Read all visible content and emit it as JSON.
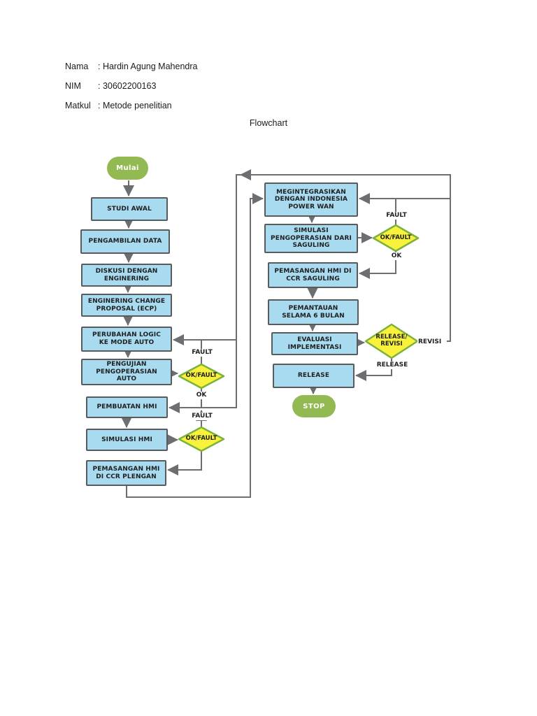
{
  "header": {
    "rows": [
      {
        "label": "Nama",
        "value": ": Hardin Agung Mahendra"
      },
      {
        "label": "NIM",
        "value": ": 30602200163"
      },
      {
        "label": "Matkul",
        "value": ": Metode penelitian"
      }
    ],
    "title": "Flowchart"
  },
  "flowchart": {
    "start": "Mulai",
    "stop": "STOP",
    "left_nodes": [
      "STUDI AWAL",
      "PENGAMBILAN DATA",
      "DISKUSI DENGAN\nENGINERING",
      "ENGINERING CHANGE\nPROPOSAL (ECP)",
      "PERUBAHAN LOGIC\nKE MODE AUTO",
      "PENGUJIAN\nPENGOPERASIAN\nAUTO",
      "PEMBUATAN HMI",
      "SIMULASI HMI",
      "PEMASANGAN HMI\nDI CCR PLENGAN"
    ],
    "right_nodes": [
      "MEGINTEGRASIKAN\nDENGAN INDONESIA\nPOWER WAN",
      "SIMULASI\nPENGOPERASIAN DARI\nSAGULING",
      "PEMASANGAN HMI DI\nCCR SAGULING",
      "PEMANTAUAN\nSELAMA 6 BULAN",
      "EVALUASI\nIMPLEMENTASI",
      "RELEASE"
    ],
    "decisions": [
      "OK/FAULT",
      "OK/FAULT",
      "OK/FAULT",
      "RELEASE/\nREVISI"
    ],
    "edge_labels": {
      "fault1": "FAULT",
      "ok1": "OK",
      "fault2": "FAULT",
      "fault3": "FAULT",
      "ok3": "OK",
      "revisi": "REVISI",
      "release": "RELEASE"
    }
  },
  "colors": {
    "process_fill": "#a9dbf0",
    "process_border": "#595a5c",
    "terminator_fill": "#92b952",
    "decision_fill": "#f8f23d",
    "decision_border": "#7cb23c",
    "connector": "#6d6e71"
  }
}
